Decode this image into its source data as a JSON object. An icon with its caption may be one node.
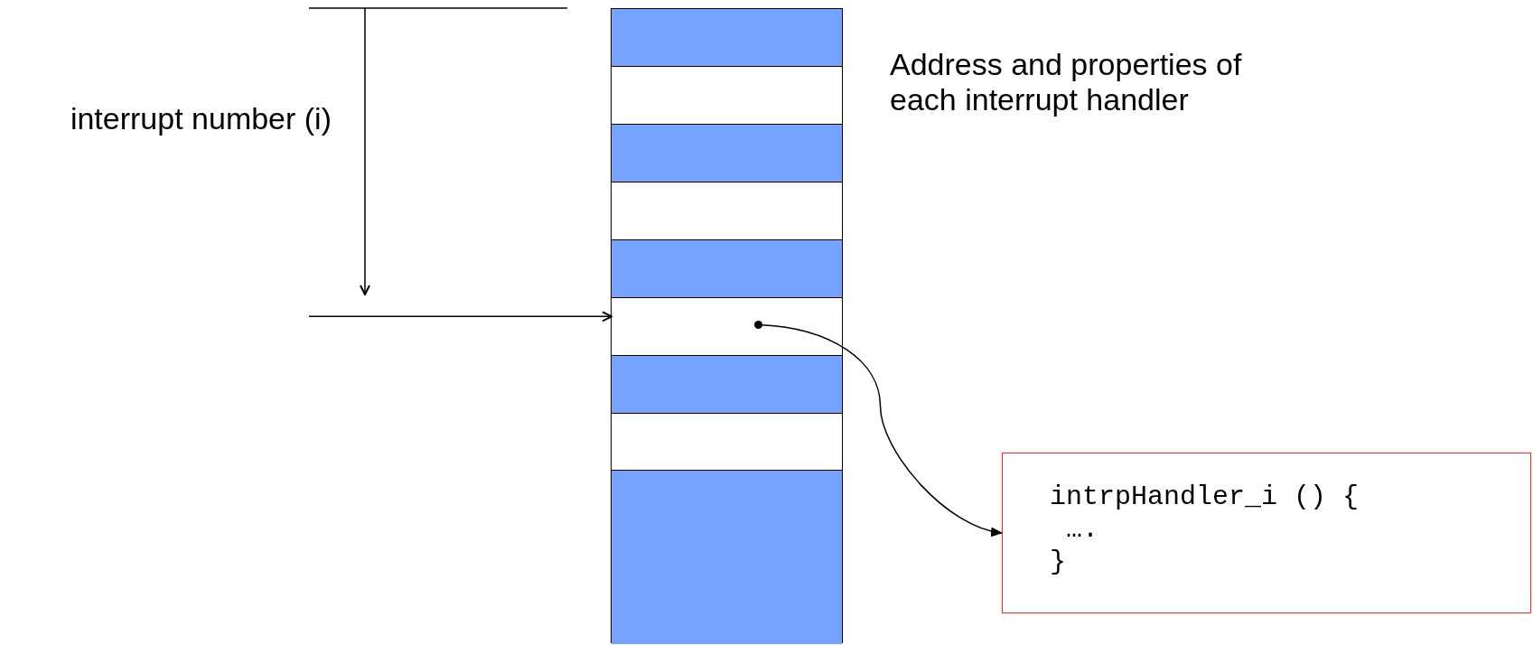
{
  "diagram": {
    "nodes": [
      {
        "text": [],
        "shape": "box"
      },
      {
        "text": [],
        "shape": "box",
        "in": 0
      },
      {
        "text": [],
        "shape": "box",
        "in": 0
      },
      {
        "text": [],
        "shape": "box",
        "in": 0
      },
      {
        "text": [],
        "shape": "box",
        "in": 0
      },
      {
        "text": [],
        "shape": "box",
        "in": 0
      },
      {
        "text": [],
        "shape": "box",
        "in": 0
      },
      {
        "text": [],
        "shape": "box",
        "in": 0
      },
      {
        "text": [],
        "shape": "box",
        "in": 0
      },
      {
        "text": [],
        "shape": "box",
        "in": 0
      },
      {
        "text": [],
        "shape": "circle",
        "in": 6
      },
      {
        "text": [
          "intrpHandler_i () {",
          " ….",
          "}"
        ]
      }
    ],
    "edges": [
      {
        "from": null,
        "to": 6,
        "arrow": "to"
      },
      {
        "from": 10,
        "to": 11,
        "arrow": "to"
      }
    ],
    "labels": [
      "interrupt number (i)",
      "Address and properties of each interrupt handler"
    ]
  }
}
